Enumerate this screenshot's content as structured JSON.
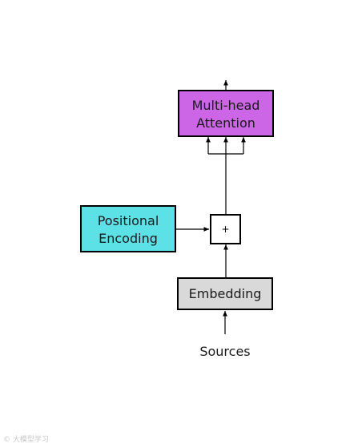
{
  "diagram": {
    "nodes": {
      "attention": {
        "line1": "Multi-head",
        "line2": "Attention",
        "fill": "#cc66e6"
      },
      "positional": {
        "line1": "Positional",
        "line2": "Encoding",
        "fill": "#5ce1e6"
      },
      "add": {
        "symbol": "+",
        "fill": "#ffffff"
      },
      "embedding": {
        "label": "Embedding",
        "fill": "#d9d9d9"
      },
      "input": {
        "label": "Sources"
      }
    },
    "edges": [
      {
        "from": "Sources",
        "to": "Embedding"
      },
      {
        "from": "Embedding",
        "to": "+"
      },
      {
        "from": "Positional Encoding",
        "to": "+"
      },
      {
        "from": "+",
        "to": "Multi-head Attention",
        "branches": 3
      },
      {
        "from": "Multi-head Attention",
        "to": "output"
      }
    ]
  },
  "watermark": {
    "text": "© 大模型学习"
  }
}
